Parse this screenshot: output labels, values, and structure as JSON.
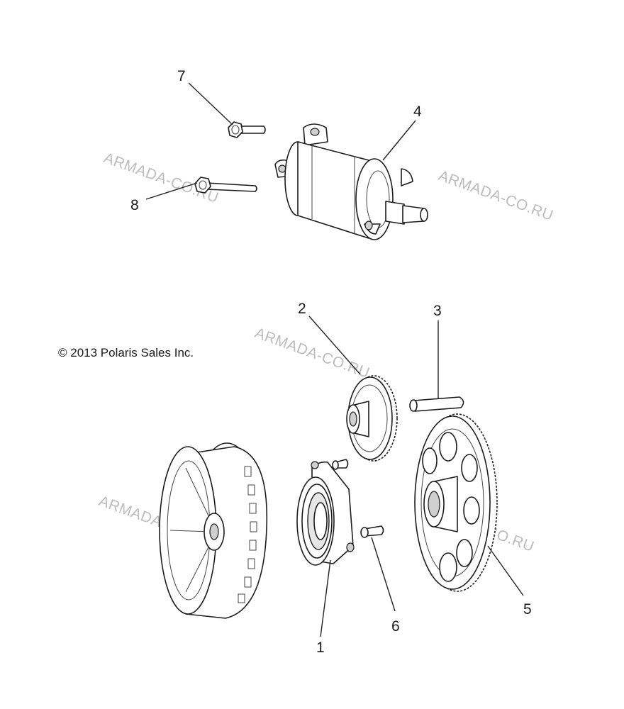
{
  "copyright": "© 2013 Polaris Sales Inc.",
  "watermark": "ARMADA-CO.RU",
  "callouts": [
    "1",
    "2",
    "3",
    "4",
    "5",
    "6",
    "7",
    "8"
  ],
  "colors": {
    "line": "#1c1c1c",
    "watermark": "#bdbdbd",
    "background": "#ffffff"
  }
}
